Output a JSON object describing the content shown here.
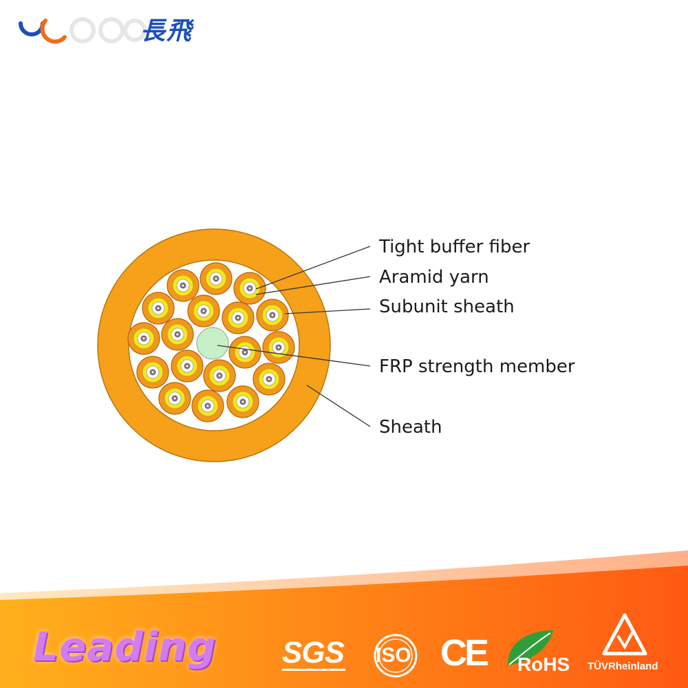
{
  "logo": {
    "brand_text": "長飛",
    "icon": "brand-logo-icon"
  },
  "diagram": {
    "labels": {
      "tight_buffer_fiber": "Tight buffer fiber",
      "aramid_yarn": "Aramid yarn",
      "subunit_sheath": "Subunit sheath",
      "frp_strength_member": "FRP strength member",
      "sheath": "Sheath"
    },
    "colors": {
      "sheath": "#f7a11a",
      "subunit": "#f5961c",
      "tight_buffer": "#f6e61c",
      "aramid": "#ffffff",
      "frp": "#c8f0c8",
      "fiber_core": "#7a6a7a"
    },
    "subunit_count": 18
  },
  "banner": {
    "slogan": "Leading",
    "certs": {
      "sgs": "SGS",
      "iso": "ISO",
      "ce": "CE",
      "rohs": "RoHS",
      "tuv": "TÜVRheinland"
    },
    "colors": {
      "start": "#ffb01c",
      "end": "#ff5a12"
    }
  }
}
